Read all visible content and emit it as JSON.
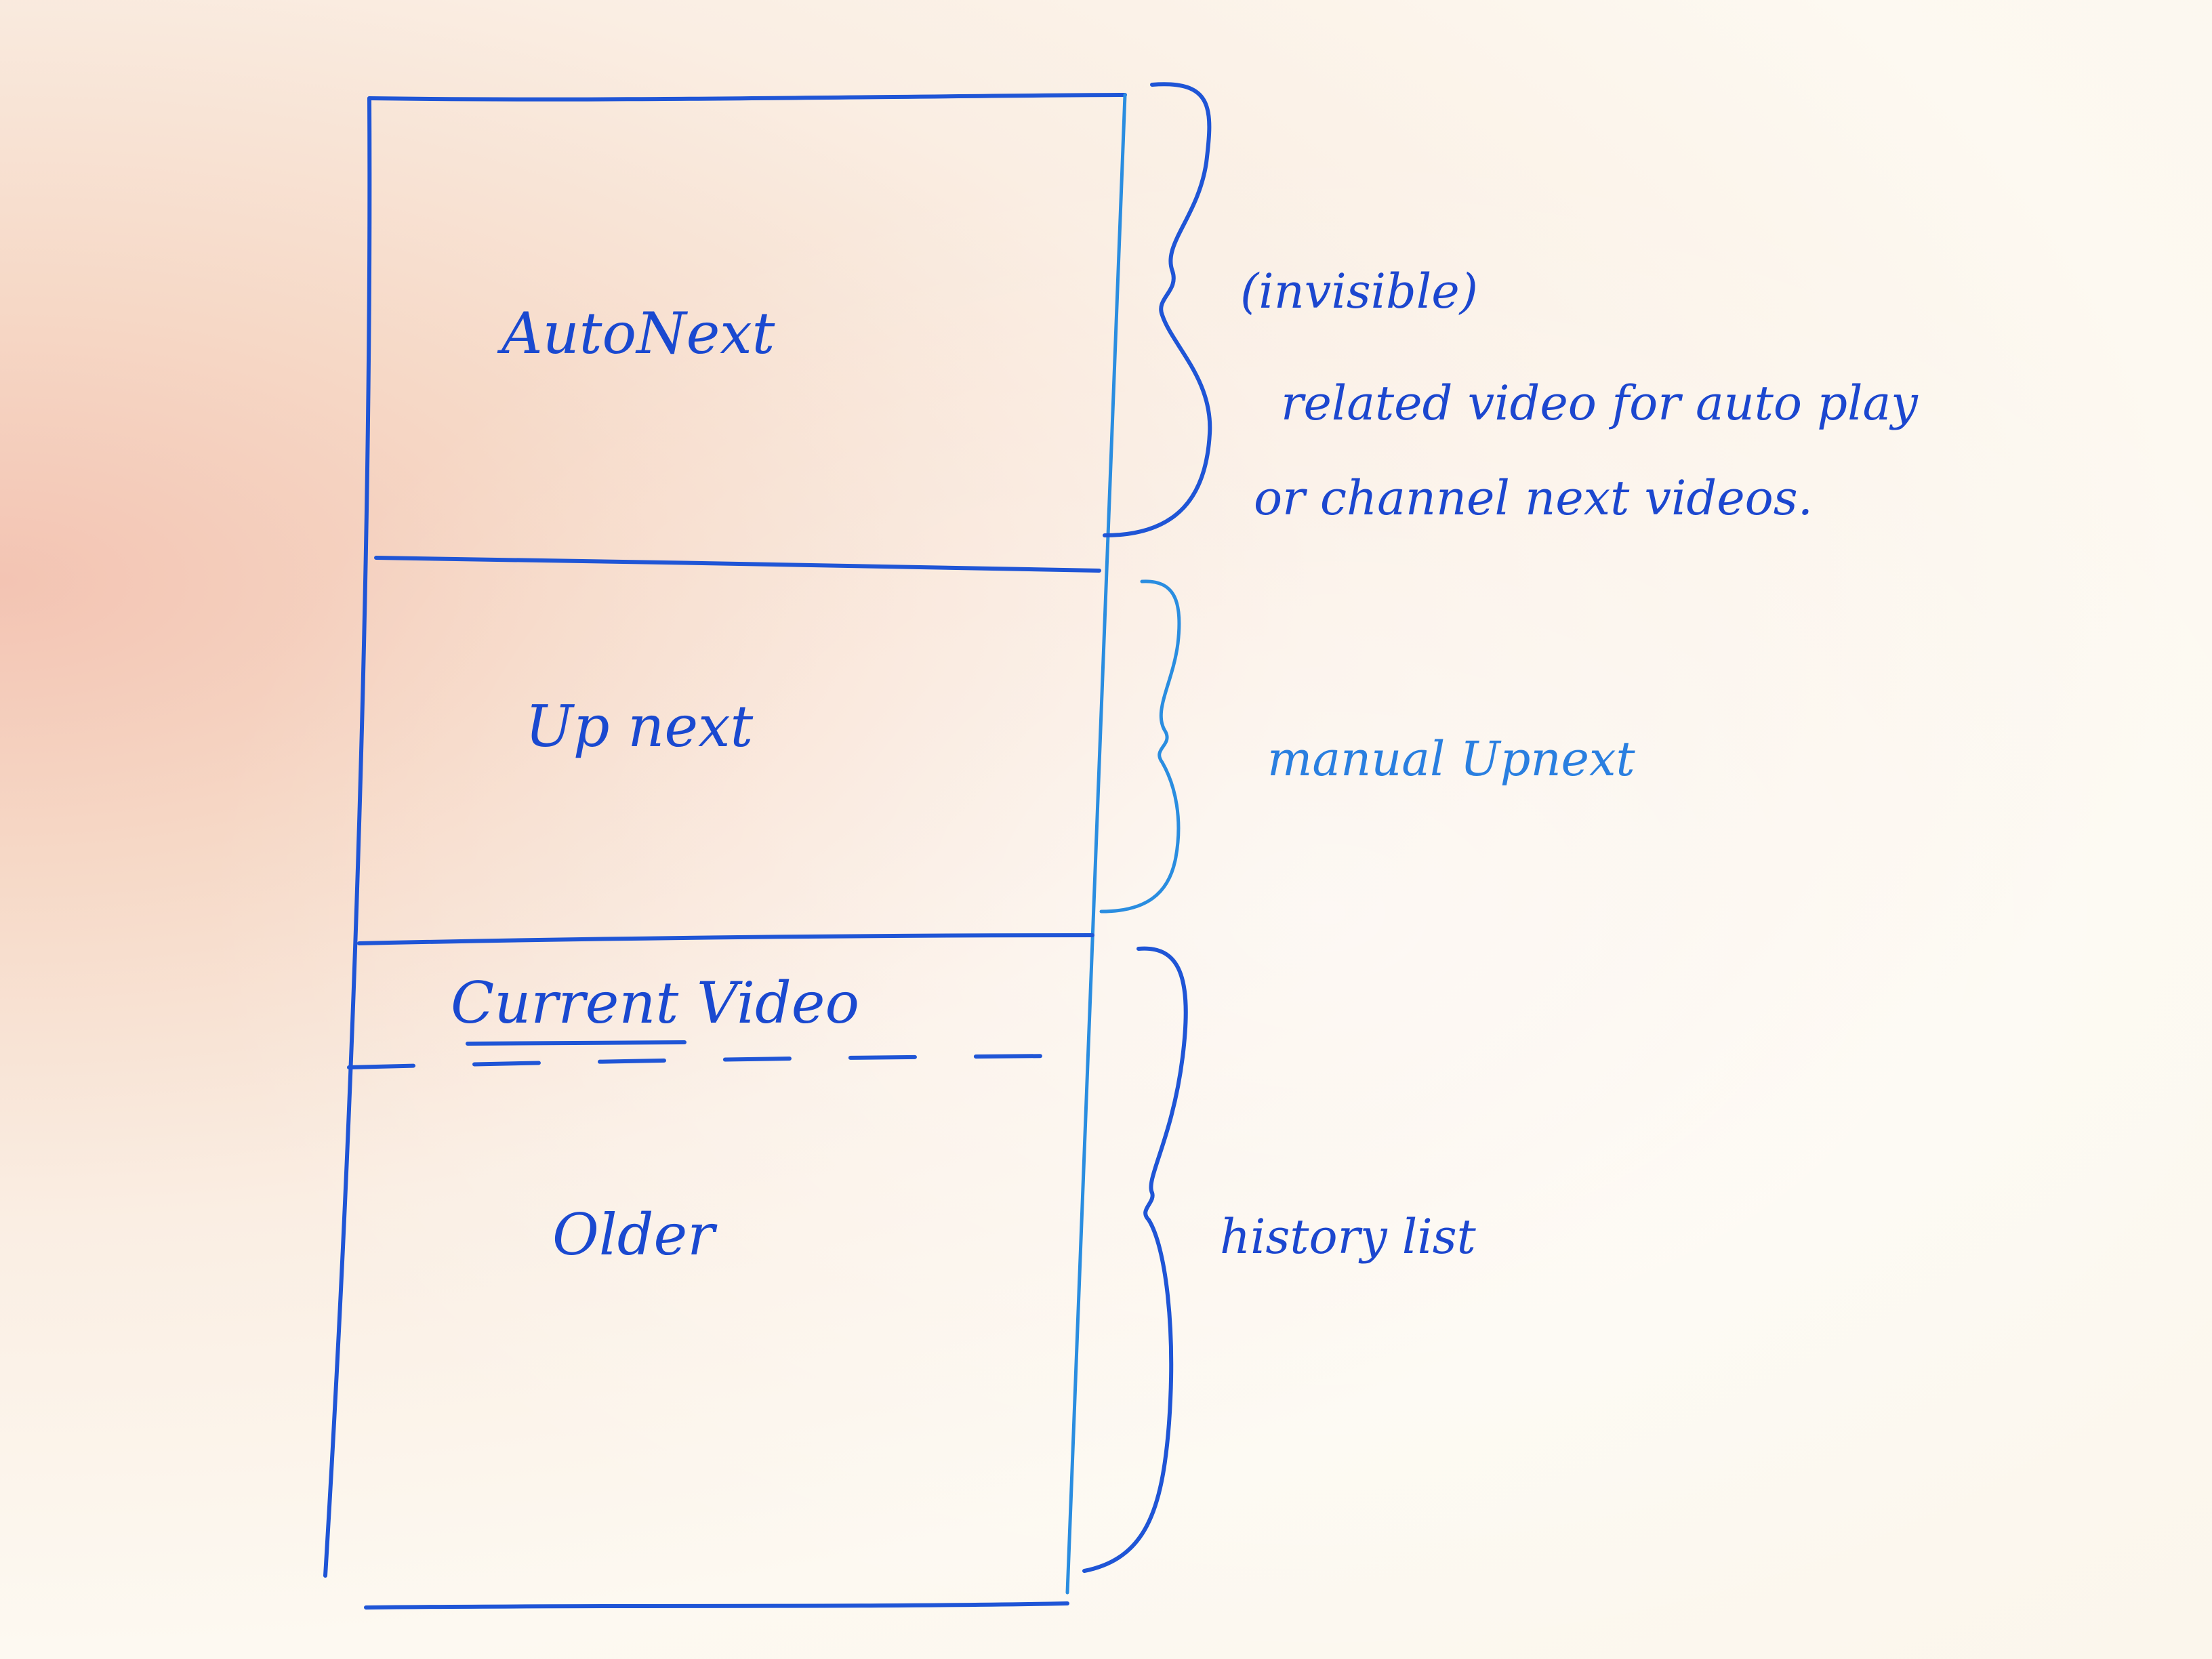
{
  "sections": {
    "autonext": {
      "label": "AutoNext",
      "note_line1": "(invisible)",
      "note_line2": "related video for auto play",
      "note_line3": "or channel next videos."
    },
    "upnext": {
      "label": "Up next",
      "note": "manual Upnext"
    },
    "current": {
      "label": "Current Video"
    },
    "older": {
      "label": "Older",
      "note": "history list"
    }
  },
  "colors": {
    "ink": "#1f55d6",
    "ink_light": "#2a8de0",
    "board": "#fdf9f1"
  }
}
